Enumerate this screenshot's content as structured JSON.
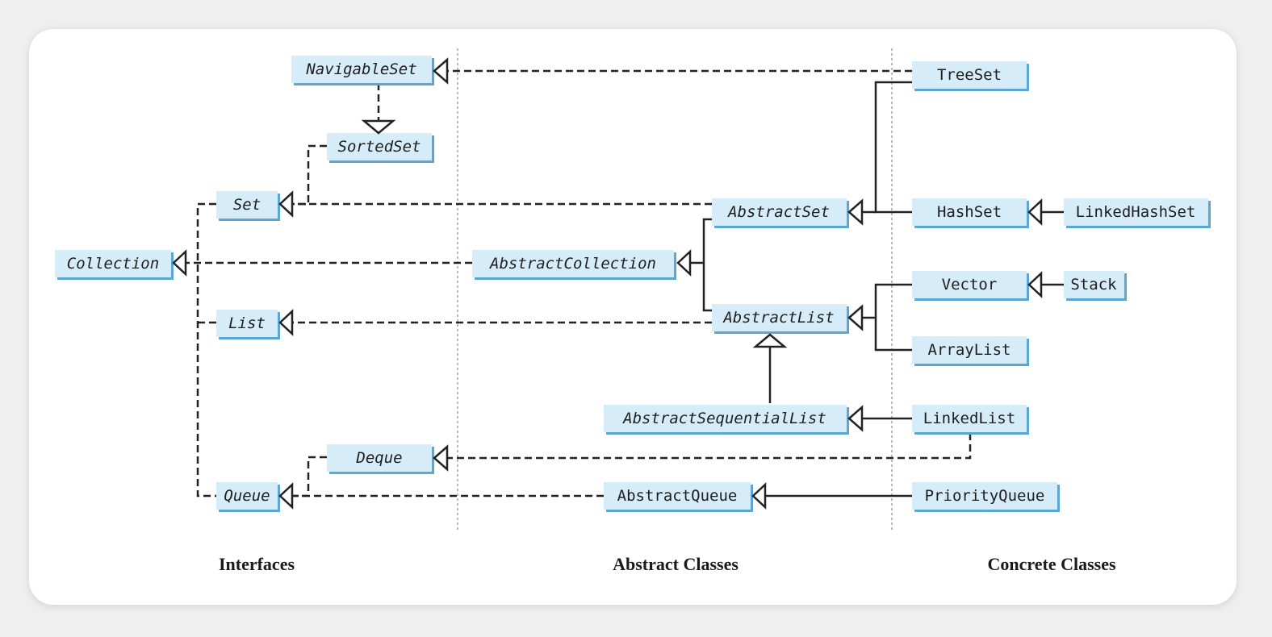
{
  "columns": {
    "interfaces": "Interfaces",
    "abstract": "Abstract Classes",
    "concrete": "Concrete Classes"
  },
  "nodes": {
    "navigableset": "NavigableSet",
    "sortedset": "SortedSet",
    "set": "Set",
    "collection": "Collection",
    "list": "List",
    "queue": "Queue",
    "deque": "Deque",
    "abstractcollection": "AbstractCollection",
    "abstractset": "AbstractSet",
    "abstractlist": "AbstractList",
    "abstractsequentiallist": "AbstractSequentialList",
    "abstractqueue": "AbstractQueue",
    "treeset": "TreeSet",
    "hashset": "HashSet",
    "linkedhashset": "LinkedHashSet",
    "vector": "Vector",
    "stack": "Stack",
    "arraylist": "ArrayList",
    "linkedlist": "LinkedList",
    "priorityqueue": "PriorityQueue"
  },
  "colors": {
    "box_fill": "#d6ecf8",
    "box_shadow": "#5aa7d4",
    "line": "#222222"
  }
}
